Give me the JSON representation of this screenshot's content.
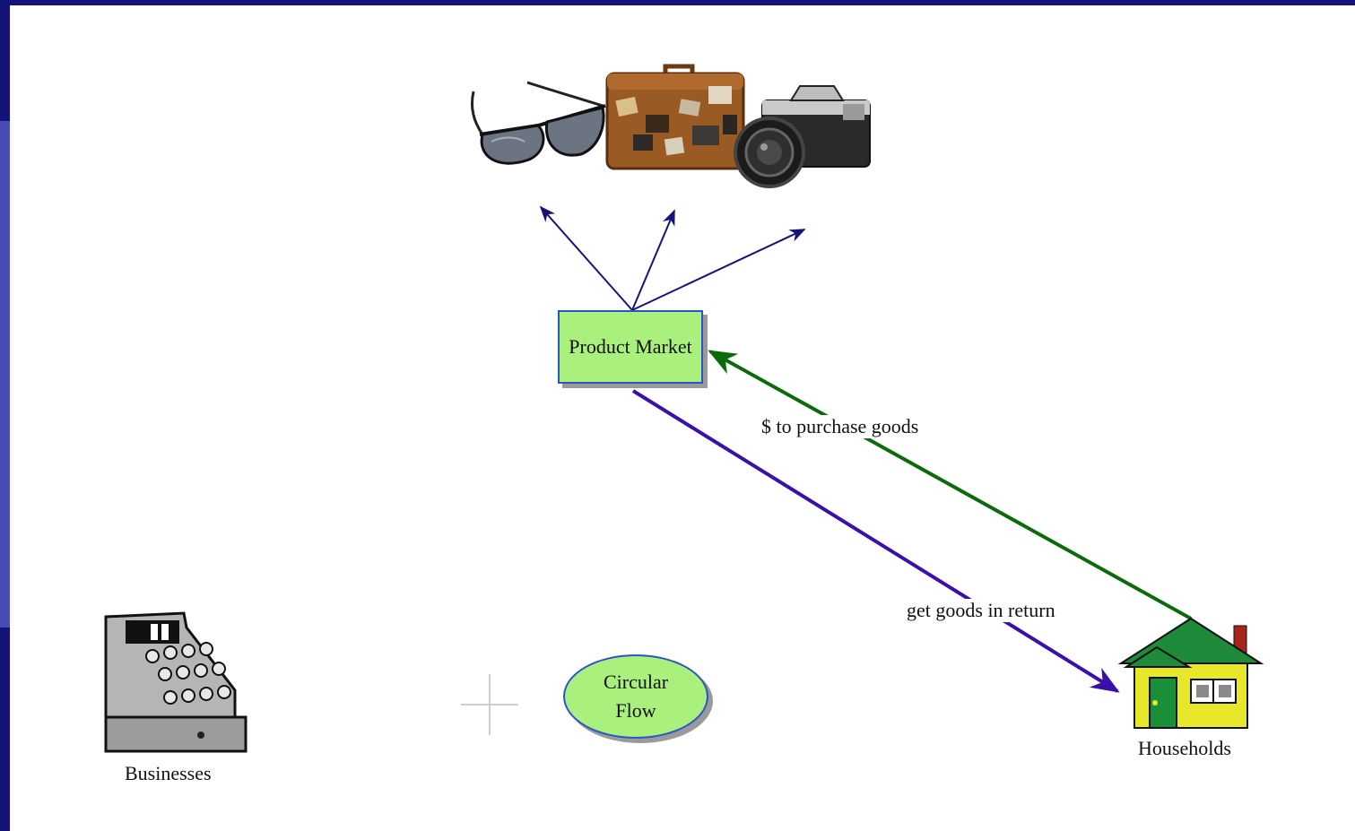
{
  "diagram": {
    "nodes": {
      "product_market": "Product Market",
      "circular_flow": "Circular\nFlow",
      "businesses": "Businesses",
      "households": "Households"
    },
    "edges": {
      "money_label": "$ to purchase goods",
      "goods_label": "get goods in return"
    },
    "colors": {
      "frame": "#13137a",
      "node_fill": "#aaf07c",
      "node_border": "#2d53c9",
      "money_arrow": "#0b6b0b",
      "goods_arrow": "#3a10a8",
      "market_arrows": "#141478",
      "house_roof": "#1f8a3a",
      "house_wall": "#e8e82a"
    },
    "icons": [
      "sunglasses-icon",
      "suitcase-icon",
      "camera-icon",
      "cash-register-icon",
      "house-icon",
      "crosshair-icon"
    ]
  }
}
